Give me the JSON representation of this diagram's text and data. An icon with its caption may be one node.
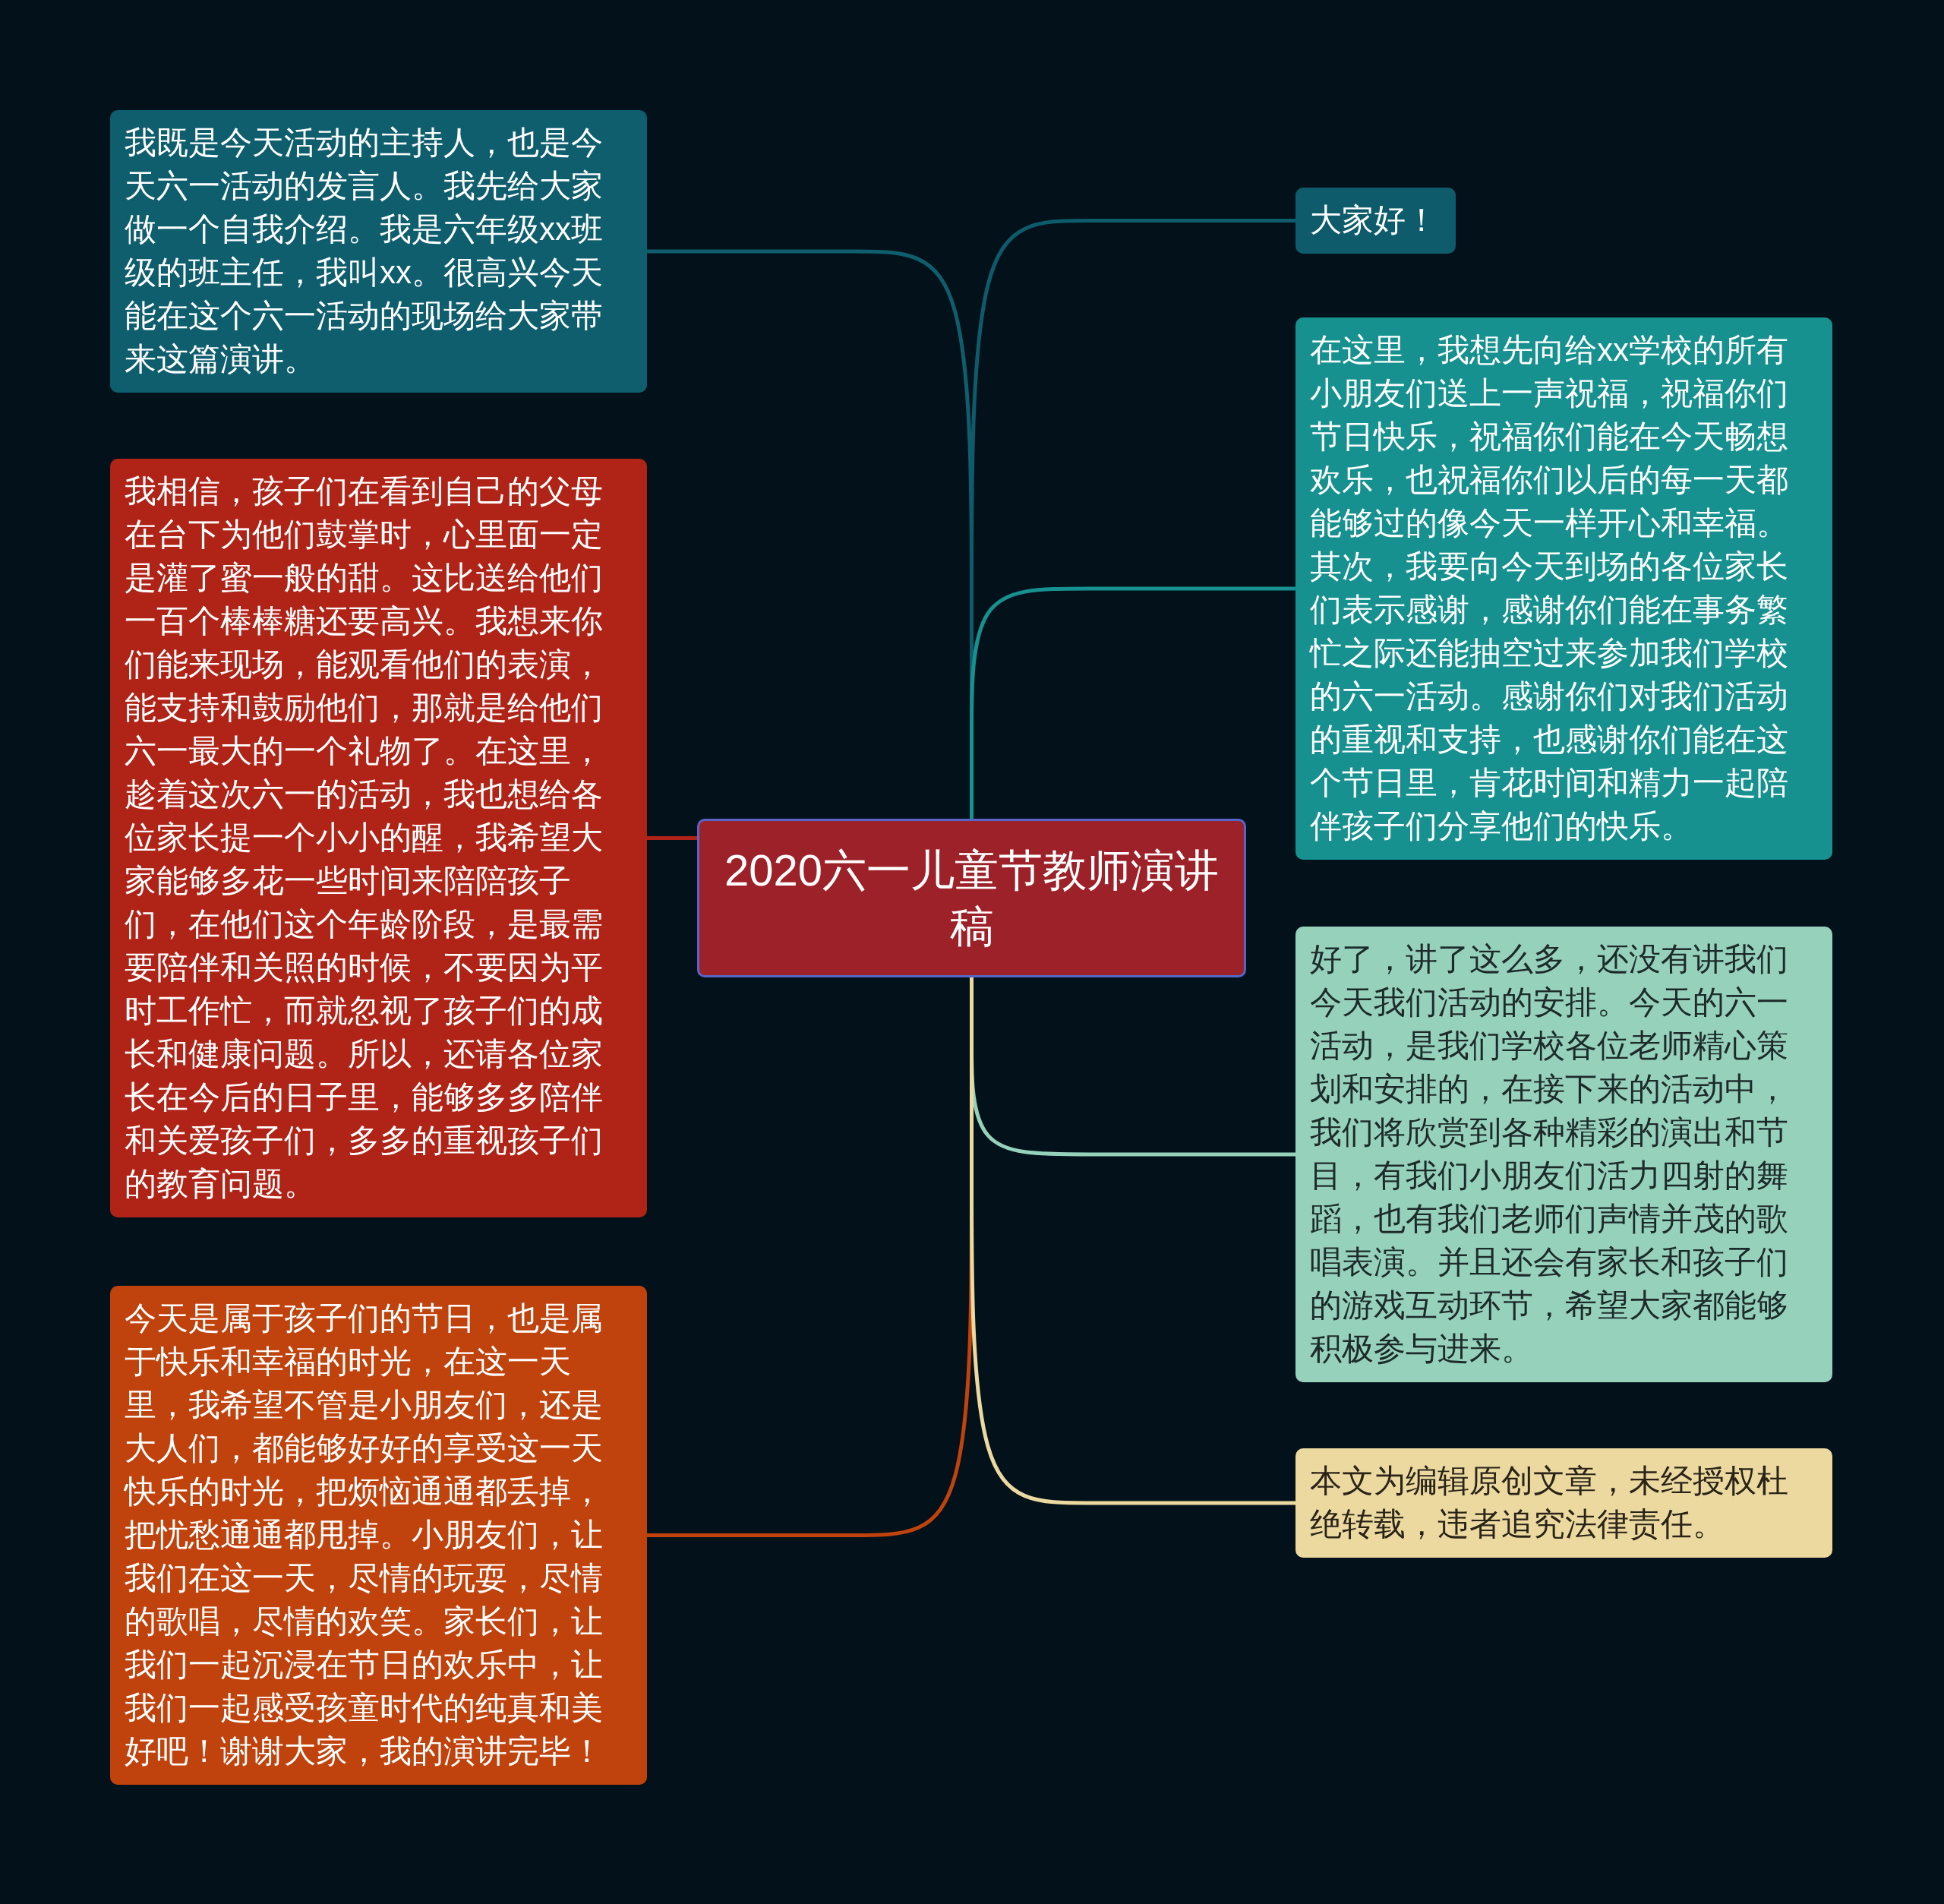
{
  "diagram": {
    "nodes": [
      {
        "text": [
          "2020六一儿童节教师演讲稿"
        ]
      },
      {
        "text": [
          "我既是今天活动的主持人，也是今天六一活动的发言人。我先给大家做一个自我介绍。我是六年级xx班级的班主任，我叫xx。很高兴今天能在这个六一活动的现场给大家带来这篇演讲。"
        ]
      },
      {
        "text": [
          "我相信，孩子们在看到自己的父母在台下为他们鼓掌时，心里面一定是灌了蜜一般的甜。这比送给他们一百个棒棒糖还要高兴。我想来你们能来现场，能观看他们的表演，能支持和鼓励他们，那就是给他们六一最大的一个礼物了。在这里，趁着这次六一的活动，我也想给各位家长提一个小小的醒，我希望大家能够多花一些时间来陪陪孩子们，在他们这个年龄阶段，是最需要陪伴和关照的时候，不要因为平时工作忙，而就忽视了孩子们的成长和健康问题。所以，还请各位家长在今后的日子里，能够多多陪伴和关爱孩子们，多多的重视孩子们的教育问题。"
        ]
      },
      {
        "text": [
          "今天是属于孩子们的节日，也是属于快乐和幸福的时光，在这一天里，我希望不管是小朋友们，还是大人们，都能够好好的享受这一天快乐的时光，把烦恼通通都丢掉，把忧愁通通都甩掉。小朋友们，让我们在这一天，尽情的玩耍，尽情的歌唱，尽情的欢笑。家长们，让我们一起沉浸在节日的欢乐中，让我们一起感受孩童时代的纯真和美好吧！谢谢大家，我的演讲完毕！"
        ]
      },
      {
        "text": [
          "大家好！"
        ]
      },
      {
        "text": [
          "在这里，我想先向给xx学校的所有小朋友们送上一声祝福，祝福你们节日快乐，祝福你们能在今天畅想欢乐，也祝福你们以后的每一天都能够过的像今天一样开心和幸福。其次，我要向今天到场的各位家长们表示感谢，感谢你们能在事务繁忙之际还能抽空过来参加我们学校的六一活动。感谢你们对我们活动的重视和支持，也感谢你们能在这个节日里，肯花时间和精力一起陪伴孩子们分享他们的快乐。"
        ]
      },
      {
        "text": [
          "好了，讲了这么多，还没有讲我们今天我们活动的安排。今天的六一活动，是我们学校各位老师精心策划和安排的，在接下来的活动中，我们将欣赏到各种精彩的演出和节目，有我们小朋友们活力四射的舞蹈，也有我们老师们声情并茂的歌唱表演。并且还会有家长和孩子们的游戏互动环节，希望大家都能够积极参与进来。"
        ]
      },
      {
        "text": [
          "本文为编辑原创文章，未经授权杜绝转载，违者追究法律责任。"
        ]
      }
    ],
    "edges": [
      {
        "from": 0,
        "to": 1,
        "arrow": "none",
        "color": "#0f5e6e"
      },
      {
        "from": 0,
        "to": 2,
        "arrow": "none",
        "color": "#b02418"
      },
      {
        "from": 0,
        "to": 3,
        "arrow": "none",
        "color": "#c0420c"
      },
      {
        "from": 0,
        "to": 4,
        "arrow": "none",
        "color": "#0d5b6b"
      },
      {
        "from": 0,
        "to": 5,
        "arrow": "none",
        "color": "#16918f"
      },
      {
        "from": 0,
        "to": 6,
        "arrow": "none",
        "color": "#95d1bb"
      },
      {
        "from": 0,
        "to": 7,
        "arrow": "none",
        "color": "#ecd9a0"
      }
    ]
  }
}
